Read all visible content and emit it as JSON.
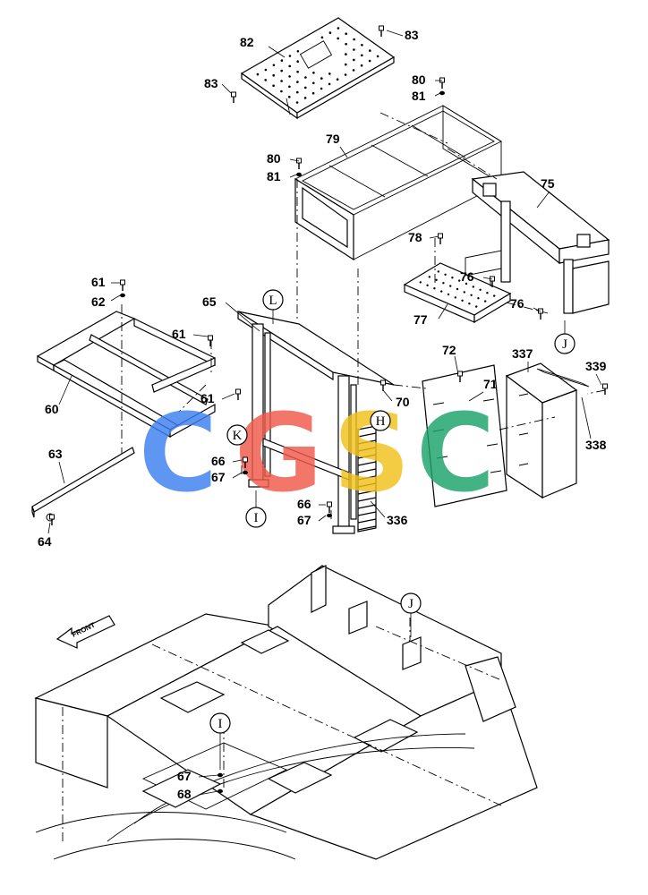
{
  "parts": [
    {
      "id": "p83a",
      "label": "83"
    },
    {
      "id": "p82",
      "label": "82"
    },
    {
      "id": "p83b",
      "label": "83"
    },
    {
      "id": "p80a",
      "label": "80"
    },
    {
      "id": "p81a",
      "label": "81"
    },
    {
      "id": "p79",
      "label": "79"
    },
    {
      "id": "p80b",
      "label": "80"
    },
    {
      "id": "p81b",
      "label": "81"
    },
    {
      "id": "p75",
      "label": "75"
    },
    {
      "id": "p78",
      "label": "78"
    },
    {
      "id": "p76a",
      "label": "76"
    },
    {
      "id": "p77",
      "label": "77"
    },
    {
      "id": "p76b",
      "label": "76"
    },
    {
      "id": "p61a",
      "label": "61"
    },
    {
      "id": "p62",
      "label": "62"
    },
    {
      "id": "p65",
      "label": "65"
    },
    {
      "id": "p61b",
      "label": "61"
    },
    {
      "id": "p72",
      "label": "72"
    },
    {
      "id": "p337",
      "label": "337"
    },
    {
      "id": "p339",
      "label": "339"
    },
    {
      "id": "p71",
      "label": "71"
    },
    {
      "id": "p60",
      "label": "60"
    },
    {
      "id": "p61c",
      "label": "61"
    },
    {
      "id": "p70",
      "label": "70"
    },
    {
      "id": "p338",
      "label": "338"
    },
    {
      "id": "p63",
      "label": "63"
    },
    {
      "id": "p66a",
      "label": "66"
    },
    {
      "id": "p67a",
      "label": "67"
    },
    {
      "id": "p66b",
      "label": "66"
    },
    {
      "id": "p67b",
      "label": "67"
    },
    {
      "id": "p336",
      "label": "336"
    },
    {
      "id": "p64",
      "label": "64"
    },
    {
      "id": "p67c",
      "label": "67"
    },
    {
      "id": "p68",
      "label": "68"
    }
  ],
  "refs": [
    {
      "id": "rL",
      "label": "L"
    },
    {
      "id": "rJ1",
      "label": "J"
    },
    {
      "id": "rH",
      "label": "H"
    },
    {
      "id": "rK",
      "label": "K"
    },
    {
      "id": "rI1",
      "label": "I"
    },
    {
      "id": "rJ2",
      "label": "J"
    },
    {
      "id": "rI2",
      "label": "I"
    }
  ],
  "front_label": "FRONT",
  "watermark": {
    "letters": [
      "C",
      "G",
      "S",
      "C"
    ],
    "colors": [
      "#3d7ff0",
      "#f05a4a",
      "#f2c21b",
      "#1aa36b"
    ]
  }
}
